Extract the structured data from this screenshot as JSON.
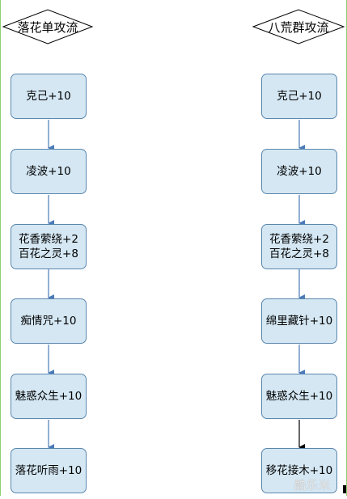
{
  "left_column": {
    "header": "落花单攻流",
    "nodes": [
      {
        "lines": [
          "克己+10"
        ]
      },
      {
        "lines": [
          "凌波+10"
        ]
      },
      {
        "lines": [
          "花香萦绕+2",
          "百花之灵+8"
        ]
      },
      {
        "lines": [
          "痴情咒+10"
        ]
      },
      {
        "lines": [
          "魅惑众生+10"
        ]
      },
      {
        "lines": [
          "落花听雨+10"
        ]
      }
    ]
  },
  "right_column": {
    "header": "八荒群攻流",
    "nodes": [
      {
        "lines": [
          "克己+10"
        ]
      },
      {
        "lines": [
          "凌波+10"
        ]
      },
      {
        "lines": [
          "花香萦绕+2",
          "百花之灵+8"
        ]
      },
      {
        "lines": [
          "绵里藏针+10"
        ]
      },
      {
        "lines": [
          "魅惑众生+10"
        ]
      },
      {
        "lines": [
          "移花接木+10"
        ]
      }
    ]
  },
  "watermark": "酷乐米",
  "colors": {
    "node_fill": "#d4e7f3",
    "node_border": "#5b87ad",
    "arrow_blue": "#4a7ab8",
    "arrow_black": "#000000"
  }
}
